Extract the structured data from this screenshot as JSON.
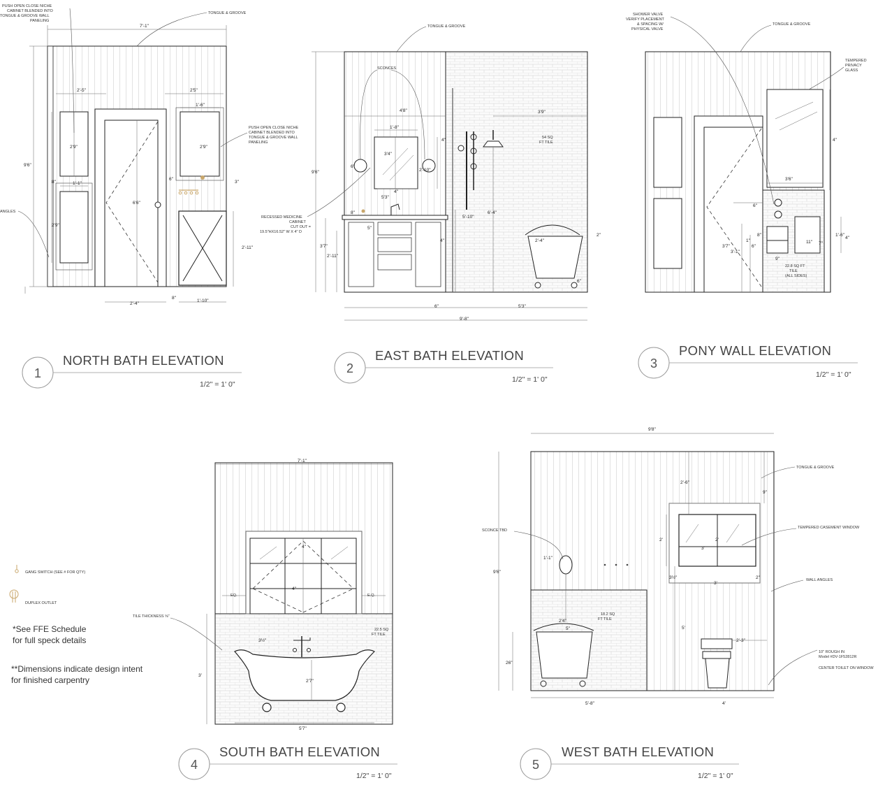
{
  "elevations": [
    {
      "number": "1",
      "title": "NORTH BATH ELEVATION",
      "scale": "1/2\" = 1' 0\""
    },
    {
      "number": "2",
      "title": "EAST BATH ELEVATION",
      "scale": "1/2\" = 1' 0\""
    },
    {
      "number": "3",
      "title": "PONY WALL  ELEVATION",
      "scale": "1/2\" = 1' 0\""
    },
    {
      "number": "4",
      "title": "SOUTH BATH ELEVATION",
      "scale": "1/2\" = 1' 0\""
    },
    {
      "number": "5",
      "title": "WEST BATH ELEVATION",
      "scale": "1/2\" = 1' 0\""
    }
  ],
  "labels": {
    "tongue_groove": "TONGUE & GROOVE",
    "north_niche_top": [
      "PUSH OPEN CLOSE NICHE",
      "CABINET BLENDED INTO",
      "TONGUE & GROOVE WALL",
      "PANELING"
    ],
    "north_niche_right": [
      "PUSH OPEN CLOSE NICHE",
      "CABINET BLENDED INTO",
      "TONGUE & GROOVE WALL",
      "PANELING"
    ],
    "angles": "ANGLES",
    "sconces": "SCONCES",
    "recessed": [
      "RECESSED MEDICINE",
      "CABINET",
      "CUT OUT =",
      "19.5\"HX16.52\" W X 4\" D"
    ],
    "east_tile": [
      "54 SQ",
      "FT TILE"
    ],
    "shower_valve": [
      "SHOWER VALVE",
      "VERIFY PLACEMENT",
      "& SPACING W/",
      "PHYSICAL VALVE"
    ],
    "privacy_glass": [
      "TEMPERED",
      "PRIVACY",
      "GLASS"
    ],
    "pony_tile": [
      "22.8 SQ FT",
      "TILE",
      "(ALL SIDES)"
    ],
    "gang_switch": "GANG SWITCH (SEE # FOR QTY)",
    "duplex": "DUPLEX OUTLET",
    "note1": [
      "*See FFE Schedule",
      " for full speck details"
    ],
    "note2": [
      "**Dimensions indicate design intent",
      " for finished carpentry"
    ],
    "tile_thickness": "TILE THICKNESS ⅝\"",
    "eq": "EQ.",
    "eq2": "E.Q.",
    "south_tile": [
      "22.5 SQ",
      "FT TILE"
    ],
    "sconce_tbd": "SCONCE TBD",
    "west_tile": [
      "18.2 SQ",
      "FT TILE"
    ],
    "casement": "TEMPERED CASEMENT WINDOW",
    "wall_angles": "WALL ANGLES",
    "rough_in": [
      "10\" ROUGH IN",
      "Model #DV-1F52812R"
    ],
    "center_toilet": "CENTER TOILET ON WINDOW"
  },
  "dims": {
    "north": {
      "w": "7'-1\"",
      "h": "9'6\"",
      "d1": "2'-5\"",
      "d2": "2'5\"",
      "d3": "1'-6\"",
      "d4": "2'9\"",
      "d5": "2'9\"",
      "d6": "1'-1\"",
      "d7": "8\"",
      "d8": "6\"",
      "d9": "3\"",
      "d10": "6'6\"",
      "d11": "2'9\"",
      "d12": "2'-11\"",
      "d13": "2'-4\"",
      "d14": "1'-10\"",
      "d15": "8\""
    },
    "east": {
      "w": "9'-8\"",
      "h": "9'6\"",
      "d1": "4'8\"",
      "d2": "1'-8\"",
      "d3": "3'4\"",
      "d4": "3'9\"",
      "d5": "4\"",
      "d6": "6\"",
      "d7": "2'-10\"",
      "d8": "4\"",
      "d9": "5'3\"",
      "d10": "8\"",
      "d11": "5\"",
      "d12": "5'-10\"",
      "d13": "6'-4\"",
      "d14": "3'7\"",
      "d15": "2'-11\"",
      "d16": "4\"",
      "d17": "2'-4\"",
      "d18": "2\"",
      "d19": "6\"",
      "d20": "6\"",
      "d21": "5'3\""
    },
    "pony": {
      "d1": "4\"",
      "d2": "3'6\"",
      "d3": "6\"",
      "d4": "1'-6\"",
      "d5": "3'7\"",
      "d6": "3'-1\"",
      "d7": "9\"",
      "d8": "11\"",
      "d9": "7\"",
      "d10": "8\"",
      "d11": "1\"",
      "d12": "6\"",
      "d13": "4\""
    },
    "south": {
      "w": "7'-1\"",
      "h": "3'",
      "d1": "4\"",
      "d2": "4\"",
      "d3": "2'7\"",
      "d4": "5'7\"",
      "d5": "3½\""
    },
    "west": {
      "w": "9'8\"",
      "h": "9'6\"",
      "d1": "2'-6\"",
      "d2": "9\"",
      "d3": "2'",
      "d4": "2'",
      "d5": "3'",
      "d6": "3'",
      "d7": "3½\"",
      "d8": "1'-1\"",
      "d9": "2'4\"",
      "d10": "5\"",
      "d11": "26\"",
      "d12": "5'",
      "d13": "2'-3\"",
      "d14": "5'-8\"",
      "d15": "4'",
      "d16": "2\""
    }
  }
}
